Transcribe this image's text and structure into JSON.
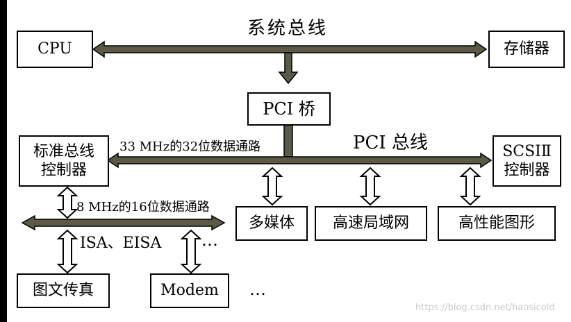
{
  "buses": {
    "system_bus": "系统总线",
    "pci_bus": "PCI 总线",
    "bus_33": "33 MHz的32位数据通路",
    "bus_8": "8 MHz的16位数据通路",
    "isa_eisa": "ISA、EISA"
  },
  "nodes": {
    "cpu": "CPU",
    "memory": "存储器",
    "pci_bridge": "PCI 桥",
    "std_bus_ctrl_line1": "标准总线",
    "std_bus_ctrl_line2": "控制器",
    "scsi_line1": "SCSIⅡ",
    "scsi_line2": "控制器",
    "multimedia": "多媒体",
    "lan": "高速局域网",
    "graphics": "高性能图形",
    "fax": "图文传真",
    "modem": "Modem"
  },
  "ellipsis": "…",
  "watermark": "https://blog.csdn.net/haosicold",
  "colors": {
    "bus_fill": "#5a5a47",
    "stroke": "#000000",
    "background": "#ffffff"
  }
}
